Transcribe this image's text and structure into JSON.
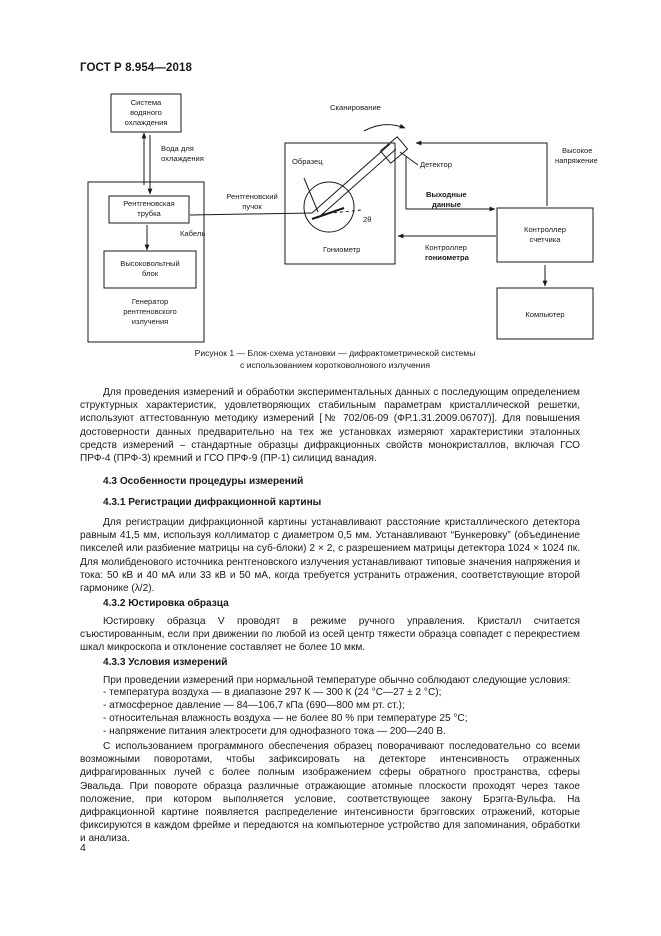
{
  "header": {
    "standard": "ГОСТ Р 8.954—2018"
  },
  "diagram": {
    "cooling_l1": "Система",
    "cooling_l2": "водяного",
    "cooling_l3": "охлаждения",
    "water_l1": "Вода для",
    "water_l2": "охлаждения",
    "tube_l1": "Рентгеновская",
    "tube_l2": "трубка",
    "cable": "Кабель",
    "hv_l1": "Высоковольтный",
    "hv_l2": "блок",
    "gen_l1": "Генератор",
    "gen_l2": "рентгеновского",
    "gen_l3": "излучения",
    "beam_l1": "Рентгеновский",
    "beam_l2": "пучок",
    "scanning": "Сканирование",
    "sample": "Образец",
    "detector": "Детектор",
    "two_theta": "2θ",
    "goniometer": "Гониометр",
    "output_l1": "Выходные",
    "output_l2": "данные",
    "hv_supply_l1": "Высокое",
    "hv_supply_l2": "напряжение",
    "controller_l1": "Контроллер",
    "controller_l2": "счетчика",
    "gonio_ctrl_l1": "Контроллер",
    "gonio_ctrl_l2": "гониометра",
    "computer": "Компьютер"
  },
  "caption": {
    "line1": "Рисунок 1 — Блок-схема установки — дифрактометрической системы",
    "line2": "с использованием коротковолнового излучения"
  },
  "body": {
    "para1": "Для проведения измерений и обработки экспериментальных данных с последующим определением структурных характеристик, удовлетворяющих стабильным параметрам кристаллической решетки, используют аттестованную методику измерений [№ 702/06-09 (ФР.1.31.2009.06707)]. Для повышения достоверности данных предварительно на тех же установках измеряют характеристики эталонных средств измерений – стандартные образцы дифракционных свойств монокристаллов, включая ГСО ПРФ-4 (ПРФ-3) кремний и ГСО ПРФ-9 (ПР-1) силицид ванадия.",
    "h43": "4.3 Особенности процедуры измерений",
    "h431": "4.3.1 Регистрации дифракционной картины",
    "para2": "Для регистрации дифракционной картины устанавливают расстояние кристаллического детектора равным 41,5 мм, используя коллиматор с диаметром 0,5 мм. Устанавливают “Бункеровку” (объединение пикселей или разбиение матрицы на суб-блоки) 2 × 2, с разрешением матрицы детектора 1024 × 1024 пк. Для молибденового источника рентгеновского излучения устанавливают типовые значения напряжения и тока: 50 кВ и 40 мА или 33 кВ и 50 мА, когда требуется устранить отражения, соответствующие второй гармонике (λ/2).",
    "h432": "4.3.2 Юстировка образца",
    "para3": "Юстировку образца V проводят в режиме ручного управления. Кристалл считается съюстированным, если при движении по любой из осей центр тяжести образца совпадет с перекрестием шкал микроскопа и отклонение составляет не более 10 мкм.",
    "h433": "4.3.3 Условия измерений",
    "conditions_intro": "При проведении измерений при нормальной температуре обычно соблюдают следующие условия:",
    "cond1": "- температура воздуха — в диапазоне 297 К — 300 К (24 °С—27 ± 2 °С);",
    "cond2": "- атмосферное давление — 84—106,7 кПа (690—800 мм рт. ст.);",
    "cond3": "- относительная влажность воздуха — не более 80 % при температуре 25 °С;",
    "cond4": "- напряжение питания электросети для однофазного тока — 200—240 В.",
    "para4": "С использованием программного обеспечения образец поворачивают последовательно со всеми возможными поворотами, чтобы зафиксировать на детекторе интенсивность отраженных дифрагированных лучей с более полным изображением сферы обратного пространства, сферы Эвальда. При повороте образца различные отражающие атомные плоскости проходят через такое положение, при котором выполняется условие, соответствующее закону Брэгга-Вульфа. На дифракционной картине появляется распределение интенсивности брэгговских отражений, которые фиксируются в каждом фрейме и передаются на компьютерное устройство для запоминания, обработки и анализа."
  },
  "footer": {
    "page_number": "4"
  }
}
